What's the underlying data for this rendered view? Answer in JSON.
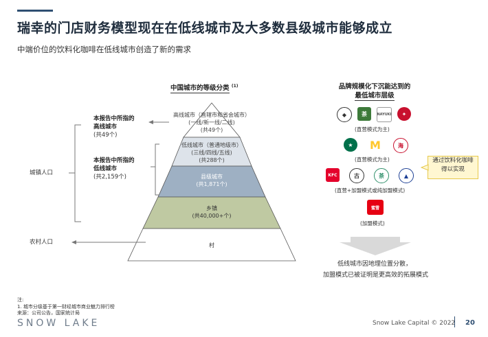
{
  "header": {
    "title": "瑞幸的门店财务模型现在在低线城市及大多数县级城市能够成立",
    "subtitle": "中端价位的饮料化咖啡在低线城市创造了新的需求"
  },
  "left_section": {
    "heading": "中国城市的等级分类",
    "heading_note": "(1)",
    "labels": {
      "high_tier_title": "本报告中所指的",
      "high_tier_title2": "高线城市",
      "high_tier_count": "(共49个)",
      "low_tier_title": "本报告中所指的",
      "low_tier_title2": "低线城市",
      "low_tier_count": "(共2,159个)",
      "urban_pop": "城镇人口",
      "rural_pop": "农村人口"
    },
    "pyramid": {
      "tier1_line1": "高线城市（直辖市和省会城市）",
      "tier1_line2": "(一线/新一线/二线)",
      "tier1_line3": "(共49个)",
      "tier2_line1": "低线城市（普通地级市）",
      "tier2_line2": "(三线/四线/五线)",
      "tier2_line3": "(共288个)",
      "tier3_line1": "县级城市",
      "tier3_line2": "(共1,871个)",
      "tier4_line1": "乡镇",
      "tier4_line2": "(共40,000+个)",
      "tier5_line1": "村"
    }
  },
  "right_section": {
    "heading_line1": "品牌规模化下沉能达到的",
    "heading_line2": "最低城市层级",
    "caption_direct": "(直营模式为主)",
    "caption_direct2": "(直营模式为主)",
    "caption_mixed": "(直营+加盟模式或纯加盟模式)",
    "caption_franchise": "(加盟模式)",
    "callout_line1": "通过饮料化咖啡",
    "callout_line2": "得以实现",
    "conclusion_line1": "低线城市因地理位置分散，",
    "conclusion_line2": "加盟模式已被证明是更高效的拓展模式",
    "brands": {
      "row1": [
        "瑞幸",
        "喜茶",
        "NAYUKI",
        "Tims"
      ],
      "row2": [
        "星巴克",
        "麦当劳",
        "海底捞"
      ],
      "row3": [
        "KFC",
        "古茗",
        "茶百道",
        "Luckin 加盟"
      ],
      "row4": [
        "蜜雪冰城"
      ]
    }
  },
  "footer": {
    "note_label": "注:",
    "note_1": "1.   城市分级基于第一财经城市商业魅力排行榜",
    "source": "来源：公司公告，国家统计局",
    "brand": "SNOW LAKE",
    "copyright": "Snow Lake Capital © 2022",
    "page_number": "20"
  },
  "colors": {
    "tier1": "#ffffff",
    "tier2": "#dde3ea",
    "tier3": "#9eb0c3",
    "tier4": "#bfc9a2",
    "tier5": "#ffffff",
    "accent": "#2f4f72",
    "callout_bg": "#fff7d1"
  }
}
